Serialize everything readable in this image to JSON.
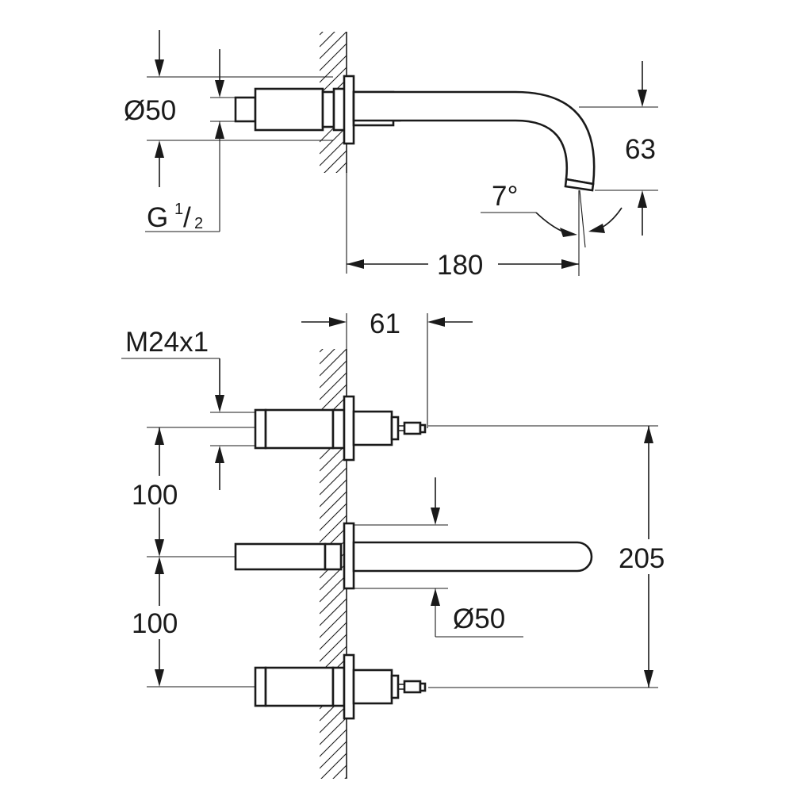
{
  "top_view": {
    "diameter_label": "Ø50",
    "thread_label_main": "G",
    "thread_label_num": "1",
    "thread_label_den": "2",
    "angle_label": "7°",
    "height_label": "63",
    "projection_label": "180"
  },
  "front_view": {
    "depth_label": "61",
    "thread_label": "M24x1",
    "spacing_upper_label": "100",
    "spacing_lower_label": "100",
    "total_height_label": "205",
    "spout_diameter_label": "Ø50"
  }
}
